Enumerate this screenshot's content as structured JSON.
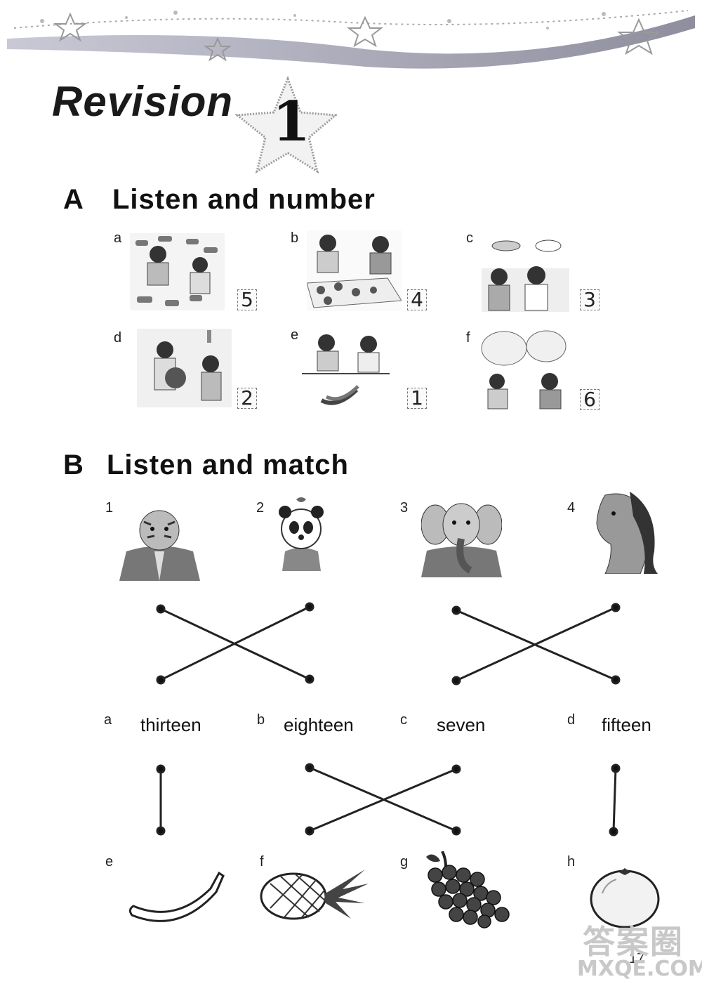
{
  "header": {
    "title": "Revision",
    "unit_number": "1"
  },
  "section_a": {
    "letter": "A",
    "title": "Listen and number",
    "items": [
      {
        "letter": "a",
        "answer": "5",
        "picture": "boys-playing-toy-cars-picture"
      },
      {
        "letter": "b",
        "answer": "4",
        "picture": "children-at-table-with-toys-picture"
      },
      {
        "letter": "c",
        "answer": "3",
        "picture": "cat-and-dog-children-picture"
      },
      {
        "letter": "d",
        "answer": "2",
        "picture": "children-with-basketball-picture"
      },
      {
        "letter": "e",
        "answer": "1",
        "picture": "children-sharing-bananas-picture"
      },
      {
        "letter": "f",
        "answer": "6",
        "picture": "children-thinking-picture"
      }
    ]
  },
  "section_b": {
    "letter": "B",
    "title": "Listen and match",
    "animals": [
      {
        "number": "1",
        "icon": "tiger-icon"
      },
      {
        "number": "2",
        "icon": "panda-icon"
      },
      {
        "number": "3",
        "icon": "elephant-icon"
      },
      {
        "number": "4",
        "icon": "horse-icon"
      }
    ],
    "words": [
      {
        "letter": "a",
        "text": "thirteen"
      },
      {
        "letter": "b",
        "text": "eighteen"
      },
      {
        "letter": "c",
        "text": "seven"
      },
      {
        "letter": "d",
        "text": "fifteen"
      }
    ],
    "fruits": [
      {
        "letter": "e",
        "icon": "banana-icon"
      },
      {
        "letter": "f",
        "icon": "pineapple-icon"
      },
      {
        "letter": "g",
        "icon": "grapes-icon"
      },
      {
        "letter": "h",
        "icon": "orange-icon"
      }
    ]
  },
  "footer": {
    "page_number": "17",
    "watermark_top": "答案圈",
    "watermark_bottom": "MXQE.COM"
  }
}
